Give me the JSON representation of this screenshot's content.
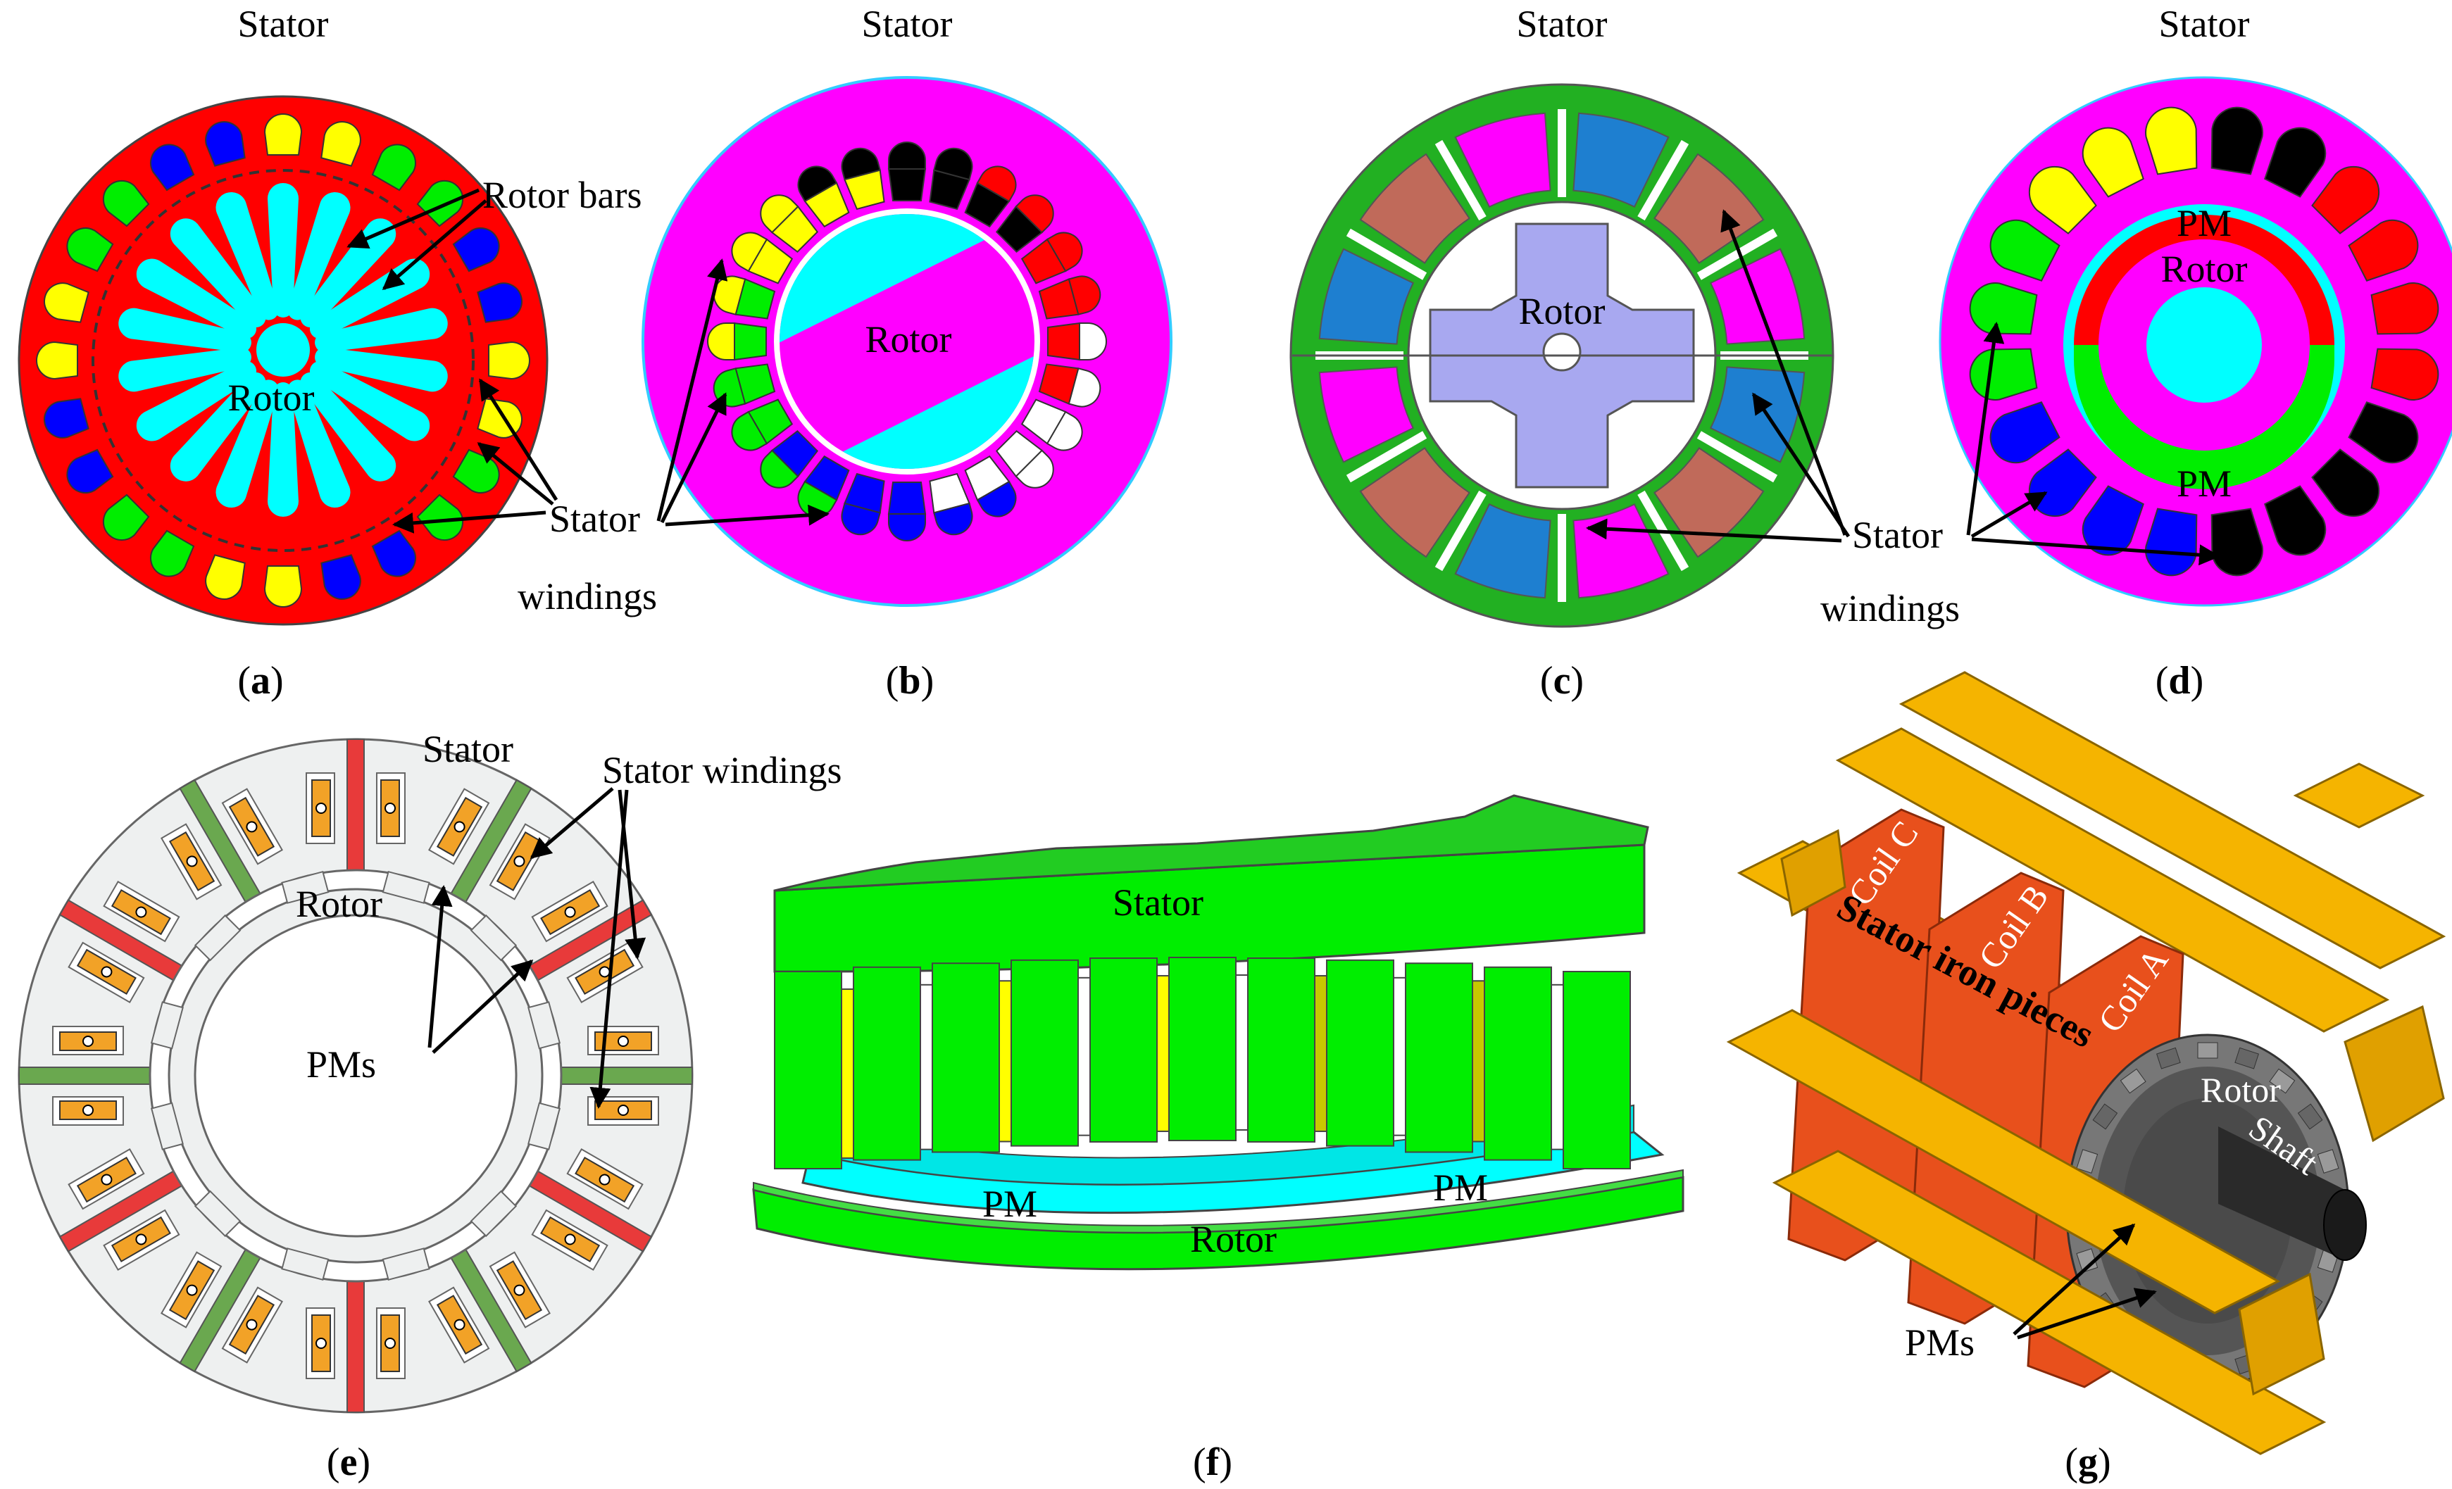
{
  "panels": {
    "a": {
      "caption": "a",
      "stator": "Stator",
      "rotor": "Rotor",
      "rotor_bars": "Rotor bars",
      "stator_windings_1": "Stator",
      "stator_windings_2": "windings"
    },
    "b": {
      "caption": "b",
      "stator": "Stator",
      "rotor": "Rotor"
    },
    "c": {
      "caption": "c",
      "stator": "Stator",
      "rotor": "Rotor",
      "stator_windings_1": "Stator",
      "stator_windings_2": "windings"
    },
    "d": {
      "caption": "d",
      "stator": "Stator",
      "pm_top": "PM",
      "rotor": "Rotor",
      "pm_bottom": "PM"
    },
    "e": {
      "caption": "e",
      "stator": "Stator",
      "stator_windings": "Stator windings",
      "rotor": "Rotor",
      "pms": "PMs"
    },
    "f": {
      "caption": "f",
      "stator": "Stator",
      "pm_left": "PM",
      "pm_right": "PM",
      "rotor": "Rotor"
    },
    "g": {
      "caption": "g",
      "coil_c": "Coil C",
      "coil_b": "Coil B",
      "coil_a": "Coil A",
      "stator_iron": "Stator iron pieces",
      "rotor": "Rotor",
      "shaft": "Shaft",
      "pms": "PMs"
    }
  },
  "colors": {
    "red": "#ff0000",
    "magenta": "#ff00ff",
    "cyan": "#00ffff",
    "yellow": "#ffff00",
    "green": "#00ee00",
    "blue": "#0000ff",
    "dark_green": "#22b022",
    "lavender": "#a8a8f0",
    "orange": "#f2a227",
    "gold": "#f5b400",
    "coil": "#e8501c",
    "light_gray": "#eef0f0"
  }
}
